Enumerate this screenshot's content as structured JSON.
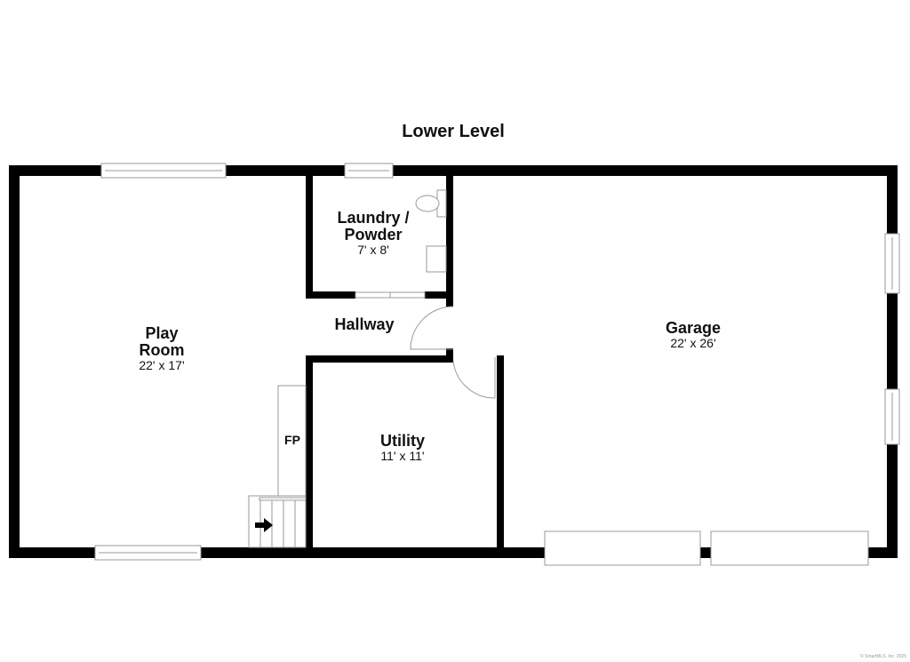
{
  "plan": {
    "title": "Lower Level",
    "wall_color": "#000000",
    "fixture_color": "#aaaaaa",
    "rooms": [
      {
        "name": "Play\nRoom",
        "name_line1": "Play",
        "name_line2": "Room",
        "dimensions": "22' x 17'"
      },
      {
        "name_line1": "Laundry /",
        "name_line2": "Powder",
        "dimensions": "7' x 8'"
      },
      {
        "name_line1": "Hallway"
      },
      {
        "name_line1": "Garage",
        "dimensions": "22' x 26'"
      },
      {
        "name_line1": "Utility",
        "dimensions": "11' x 11'"
      }
    ],
    "fireplace_label": "FP",
    "copyright": "© SmartMLS, Inc. 2025"
  }
}
